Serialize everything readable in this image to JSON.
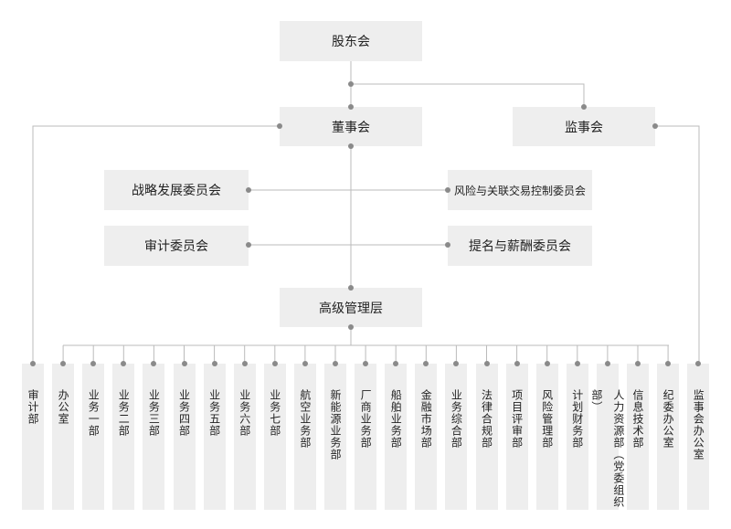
{
  "nodes": {
    "shareholders": "股东会",
    "board": "董事会",
    "supervisors": "监事会",
    "strategy_committee": "战略发展委员会",
    "risk_committee": "风险与关联交易控制委员会",
    "audit_committee": "审计委员会",
    "nomination_committee": "提名与薪酬委员会",
    "management": "高级管理层"
  },
  "departments": [
    "审计部",
    "办公室",
    "业务一部",
    "业务二部",
    "业务三部",
    "业务四部",
    "业务五部",
    "业务六部",
    "业务七部",
    "航空业务部",
    "新能源业务部",
    "厂商业务部",
    "船舶业务部",
    "金融市场部",
    "业务综合部",
    "法律合规部",
    "项目评审部",
    "风险管理部",
    "计划财务部",
    "人力资源部（党委组织部）",
    "信息技术部",
    "纪委办公室",
    "监事会办公室"
  ],
  "colors": {
    "box": "#eeeeee",
    "line": "#bbbbbb",
    "dot": "#8a8a8a"
  }
}
